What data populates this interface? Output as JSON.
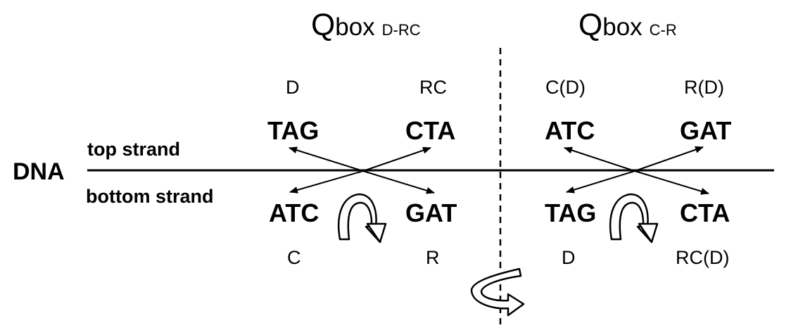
{
  "header_left": {
    "q": "Q",
    "box": "box",
    "sub": "D-RC"
  },
  "header_right": {
    "q": "Q",
    "box": "box",
    "sub": "C-R"
  },
  "dna_label": "DNA",
  "top_strand_label": "top strand",
  "bottom_strand_label": "bottom strand",
  "left_box": {
    "top_left_label": "D",
    "top_right_label": "RC",
    "top_left_codon": "TAG",
    "top_right_codon": "CTA",
    "bottom_left_codon": "ATC",
    "bottom_right_codon": "GAT",
    "bottom_left_label": "C",
    "bottom_right_label": "R"
  },
  "right_box": {
    "top_left_label": "C(D)",
    "top_right_label": "R(D)",
    "top_left_codon": "ATC",
    "top_right_codon": "GAT",
    "bottom_left_codon": "TAG",
    "bottom_right_codon": "CTA",
    "bottom_left_label": "D",
    "bottom_right_label": "RC(D)"
  }
}
